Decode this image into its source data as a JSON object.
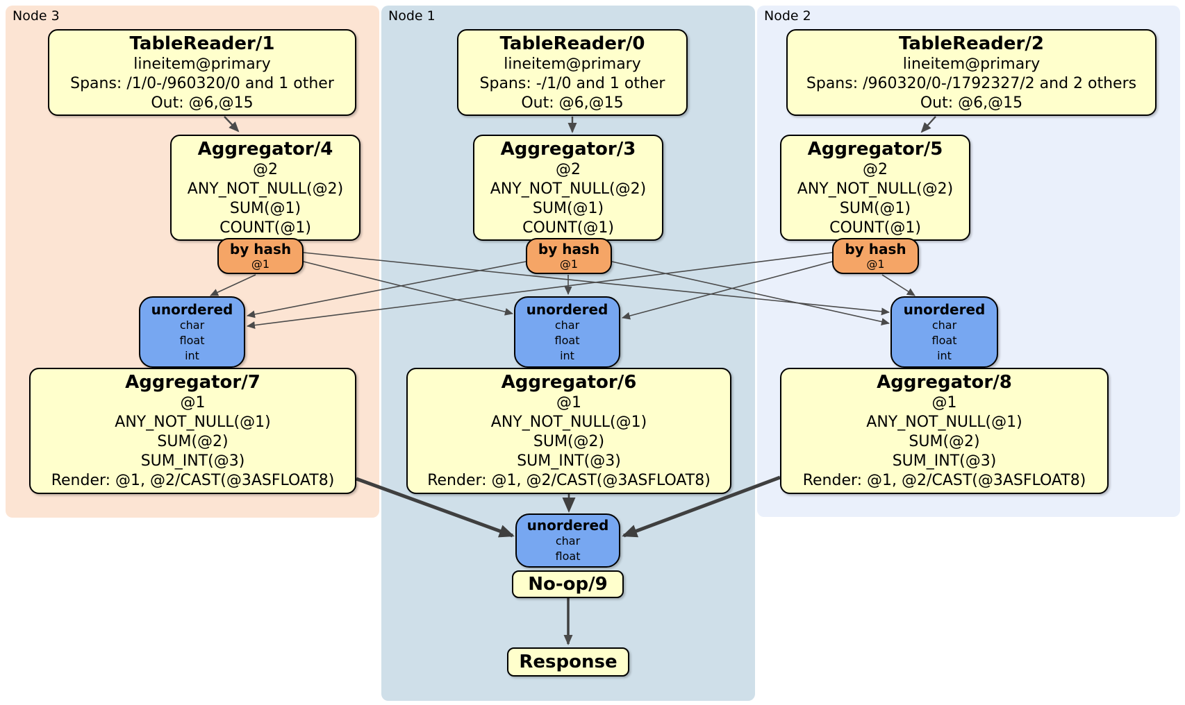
{
  "panels": {
    "node3": {
      "label": "Node 3",
      "color": "#fce4d3"
    },
    "node1": {
      "label": "Node 1",
      "color": "#cfdfe9"
    },
    "node2": {
      "label": "Node 2",
      "color": "#eaf0fb"
    }
  },
  "colors": {
    "processor_fill": "#ffffcc",
    "router_fill": "#f5a566",
    "stream_fill": "#77a7f1",
    "edge_thin": "#4a4a4a",
    "edge_thick": "#3f3f3f"
  },
  "boxes": {
    "tablereader1": {
      "title": "TableReader/1",
      "line1": "lineitem@primary",
      "line2": "Spans: /1/0-/960320/0 and 1 other",
      "line3": "Out: @6,@15"
    },
    "tablereader0": {
      "title": "TableReader/0",
      "line1": "lineitem@primary",
      "line2": "Spans: -/1/0 and 1 other",
      "line3": "Out: @6,@15"
    },
    "tablereader2": {
      "title": "TableReader/2",
      "line1": "lineitem@primary",
      "line2": "Spans: /960320/0-/1792327/2 and 2 others",
      "line3": "Out: @6,@15"
    },
    "aggregator4": {
      "title": "Aggregator/4",
      "line1": "@2",
      "line2": "ANY_NOT_NULL(@2)",
      "line3": "SUM(@1)",
      "line4": "COUNT(@1)"
    },
    "aggregator3": {
      "title": "Aggregator/3",
      "line1": "@2",
      "line2": "ANY_NOT_NULL(@2)",
      "line3": "SUM(@1)",
      "line4": "COUNT(@1)"
    },
    "aggregator5": {
      "title": "Aggregator/5",
      "line1": "@2",
      "line2": "ANY_NOT_NULL(@2)",
      "line3": "SUM(@1)",
      "line4": "COUNT(@1)"
    },
    "byhash3": {
      "title": "by hash",
      "sub": "@1"
    },
    "byhash1": {
      "title": "by hash",
      "sub": "@1"
    },
    "byhash2": {
      "title": "by hash",
      "sub": "@1"
    },
    "unordered3": {
      "title": "unordered",
      "item1": "char",
      "item2": "float",
      "item3": "int"
    },
    "unordered1": {
      "title": "unordered",
      "item1": "char",
      "item2": "float",
      "item3": "int"
    },
    "unordered2": {
      "title": "unordered",
      "item1": "char",
      "item2": "float",
      "item3": "int"
    },
    "aggregator7": {
      "title": "Aggregator/7",
      "line1": "@1",
      "line2": "ANY_NOT_NULL(@1)",
      "line3": "SUM(@2)",
      "line4": "SUM_INT(@3)",
      "line5": "Render: @1, @2/CAST(@3ASFLOAT8)"
    },
    "aggregator6": {
      "title": "Aggregator/6",
      "line1": "@1",
      "line2": "ANY_NOT_NULL(@1)",
      "line3": "SUM(@2)",
      "line4": "SUM_INT(@3)",
      "line5": "Render: @1, @2/CAST(@3ASFLOAT8)"
    },
    "aggregator8": {
      "title": "Aggregator/8",
      "line1": "@1",
      "line2": "ANY_NOT_NULL(@1)",
      "line3": "SUM(@2)",
      "line4": "SUM_INT(@3)",
      "line5": "Render: @1, @2/CAST(@3ASFLOAT8)"
    },
    "unordered_final": {
      "title": "unordered",
      "item1": "char",
      "item2": "float"
    },
    "noop9": {
      "title": "No-op/9"
    },
    "response": {
      "title": "Response"
    }
  }
}
